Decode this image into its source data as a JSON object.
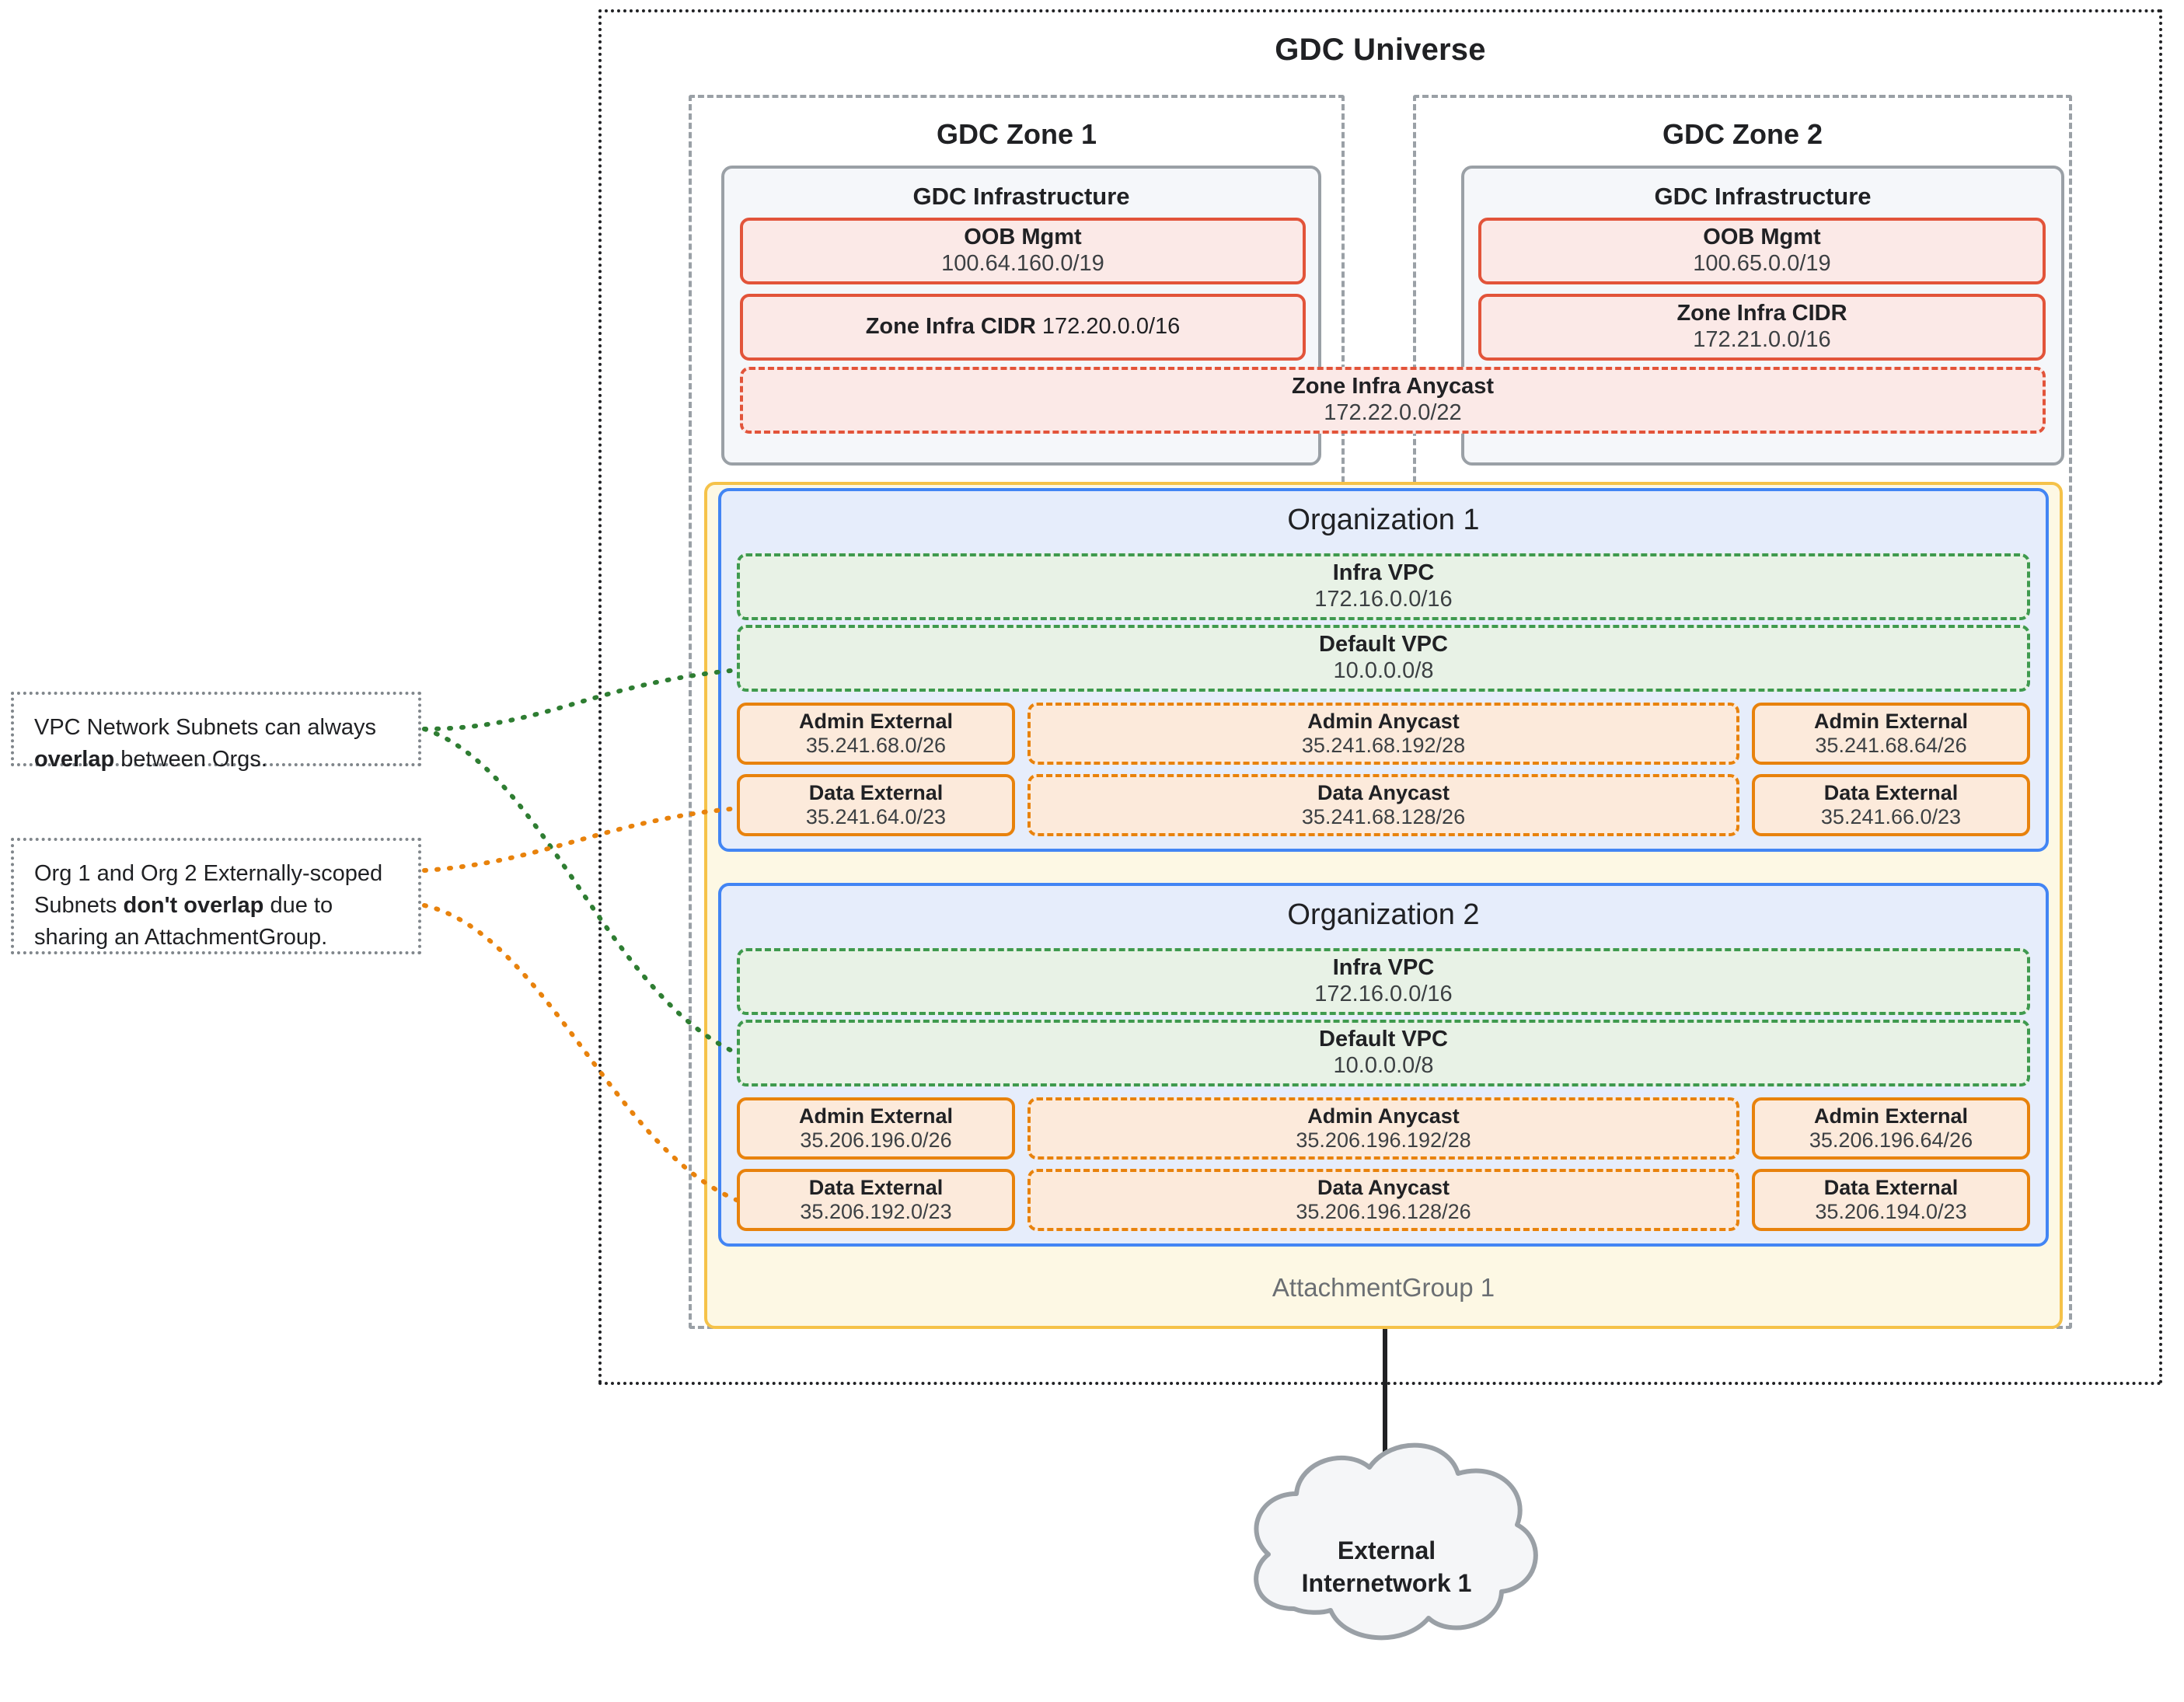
{
  "universe": {
    "title": "GDC Universe"
  },
  "zones": [
    {
      "title": "GDC Zone 1",
      "infra_title": "GDC Infrastructure",
      "oob": {
        "label": "OOB Mgmt",
        "cidr": "100.64.160.0/19"
      },
      "zone_infra_cidr": {
        "label": "Zone Infra CIDR",
        "cidr": "172.20.0.0/16"
      }
    },
    {
      "title": "GDC Zone 2",
      "infra_title": "GDC Infrastructure",
      "oob": {
        "label": "OOB Mgmt",
        "cidr": "100.65.0.0/19"
      },
      "zone_infra_cidr": {
        "label": "Zone Infra CIDR",
        "cidr": "172.21.0.0/16"
      }
    }
  ],
  "zone_infra_anycast": {
    "label": "Zone Infra Anycast",
    "cidr": "172.22.0.0/22"
  },
  "attachment_group": {
    "label": "AttachmentGroup 1"
  },
  "organizations": [
    {
      "title": "Organization 1",
      "infra_vpc": {
        "label": "Infra VPC",
        "cidr": "172.16.0.0/16"
      },
      "default_vpc": {
        "label": "Default VPC",
        "cidr": "10.0.0.0/8"
      },
      "admin_external_left": {
        "label": "Admin External",
        "cidr": "35.241.68.0/26"
      },
      "admin_anycast": {
        "label": "Admin Anycast",
        "cidr": "35.241.68.192/28"
      },
      "admin_external_right": {
        "label": "Admin External",
        "cidr": "35.241.68.64/26"
      },
      "data_external_left": {
        "label": "Data External",
        "cidr": "35.241.64.0/23"
      },
      "data_anycast": {
        "label": "Data Anycast",
        "cidr": "35.241.68.128/26"
      },
      "data_external_right": {
        "label": "Data External",
        "cidr": "35.241.66.0/23"
      }
    },
    {
      "title": "Organization 2",
      "infra_vpc": {
        "label": "Infra VPC",
        "cidr": "172.16.0.0/16"
      },
      "default_vpc": {
        "label": "Default VPC",
        "cidr": "10.0.0.0/8"
      },
      "admin_external_left": {
        "label": "Admin External",
        "cidr": "35.206.196.0/26"
      },
      "admin_anycast": {
        "label": "Admin Anycast",
        "cidr": "35.206.196.192/28"
      },
      "admin_external_right": {
        "label": "Admin External",
        "cidr": "35.206.196.64/26"
      },
      "data_external_left": {
        "label": "Data External",
        "cidr": "35.206.192.0/23"
      },
      "data_anycast": {
        "label": "Data Anycast",
        "cidr": "35.206.196.128/26"
      },
      "data_external_right": {
        "label": "Data External",
        "cidr": "35.206.194.0/23"
      }
    }
  ],
  "callouts": [
    {
      "text_before": "VPC Network Subnets can always ",
      "emphasis": "overlap",
      "text_after": " between Orgs."
    },
    {
      "text_before": "Org 1 and Org 2 Externally-scoped Subnets ",
      "emphasis": "don't overlap",
      "text_after": " due to sharing an AttachmentGroup."
    }
  ],
  "external_network": {
    "line1": "External",
    "line2": "Internetwork 1"
  },
  "colors": {
    "universe_border": "#202124",
    "zone_border": "#9aa0a6",
    "infra_border": "#9aa0a6",
    "infra_fill": "#f5f7fa",
    "red_border": "#e2543a",
    "red_fill": "#fbe9e7",
    "org_border": "#4285f4",
    "org_fill": "#e6edfb",
    "vpc_border": "#3f9a4e",
    "vpc_fill": "#e8f2e6",
    "subnet_border": "#e8820c",
    "subnet_fill": "#fceadb",
    "attachment_border": "#f5c249",
    "attachment_fill": "#fdf8e4",
    "cloud_fill": "#f5f6f8",
    "cloud_border": "#9aa0a6"
  }
}
